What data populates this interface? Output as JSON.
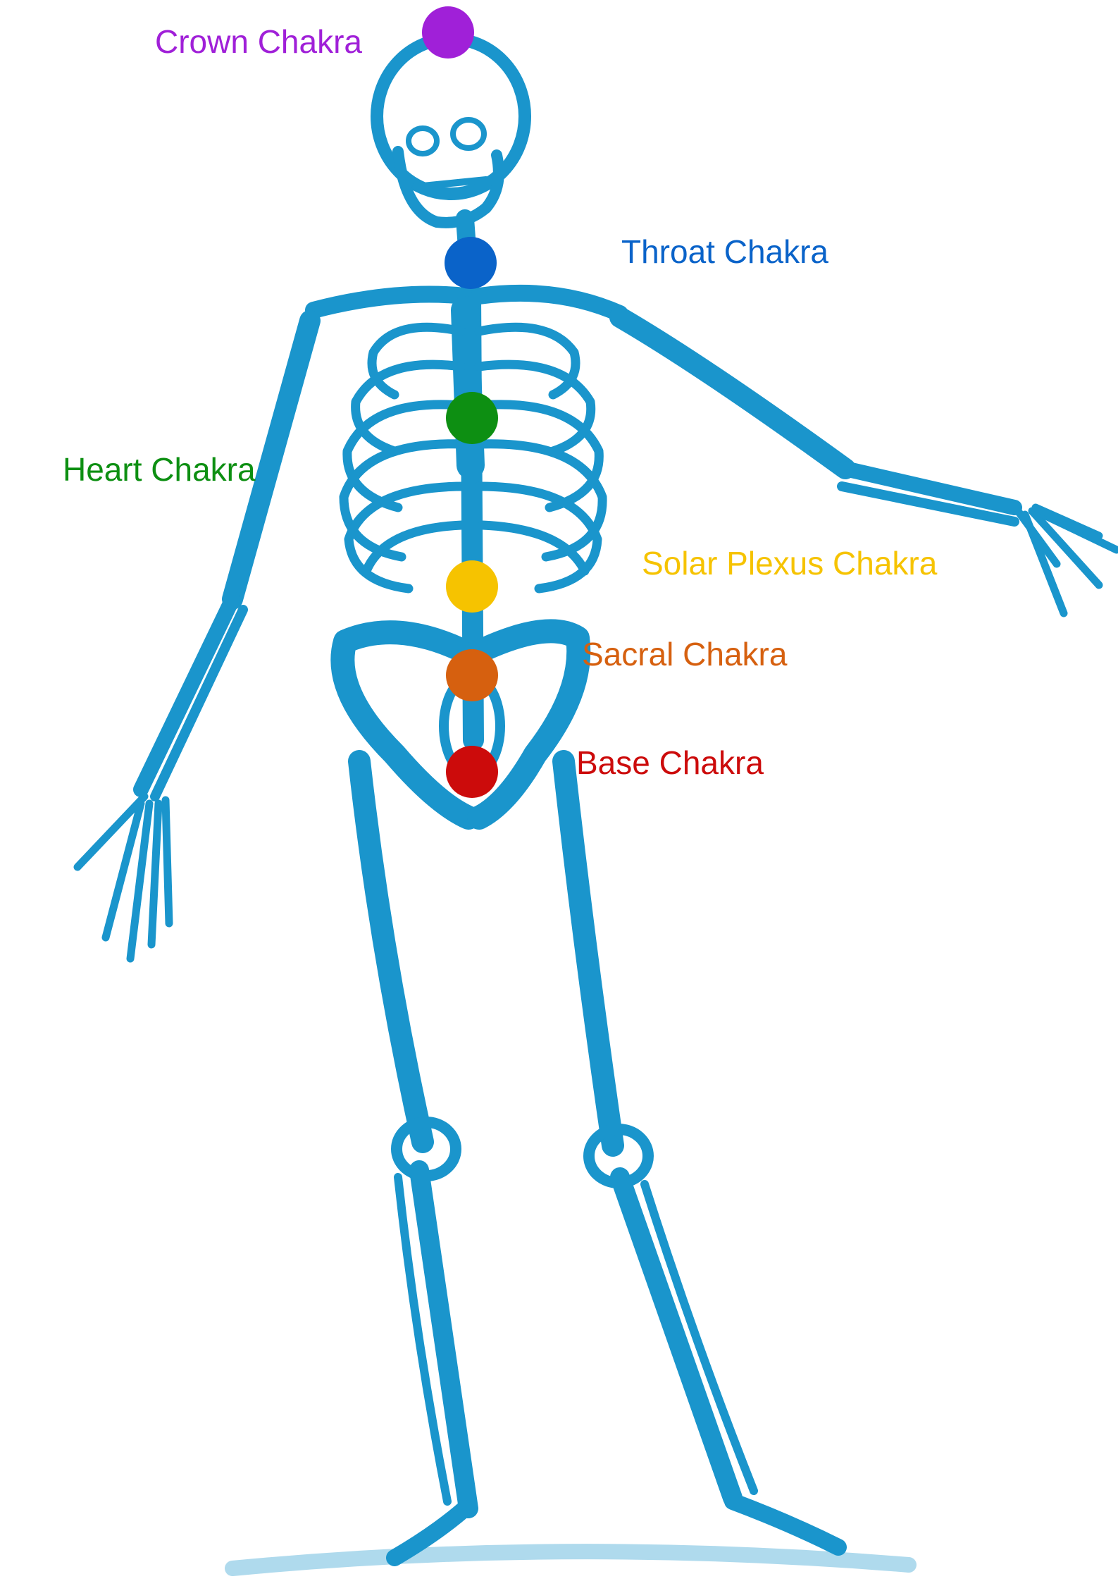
{
  "figure": {
    "illustration": "skeleton",
    "illustration_color": "#1a95cc",
    "background_color": "#ffffff"
  },
  "chakras": [
    {
      "name": "Crown Chakra",
      "color": "#a020d8"
    },
    {
      "name": "Throat Chakra",
      "color": "#0a63c9"
    },
    {
      "name": "Heart Chakra",
      "color": "#0d8f12"
    },
    {
      "name": "Solar Plexus Chakra",
      "color": "#f6c300"
    },
    {
      "name": "Sacral Chakra",
      "color": "#d6600f"
    },
    {
      "name": "Base Chakra",
      "color": "#cc0b0b"
    }
  ]
}
